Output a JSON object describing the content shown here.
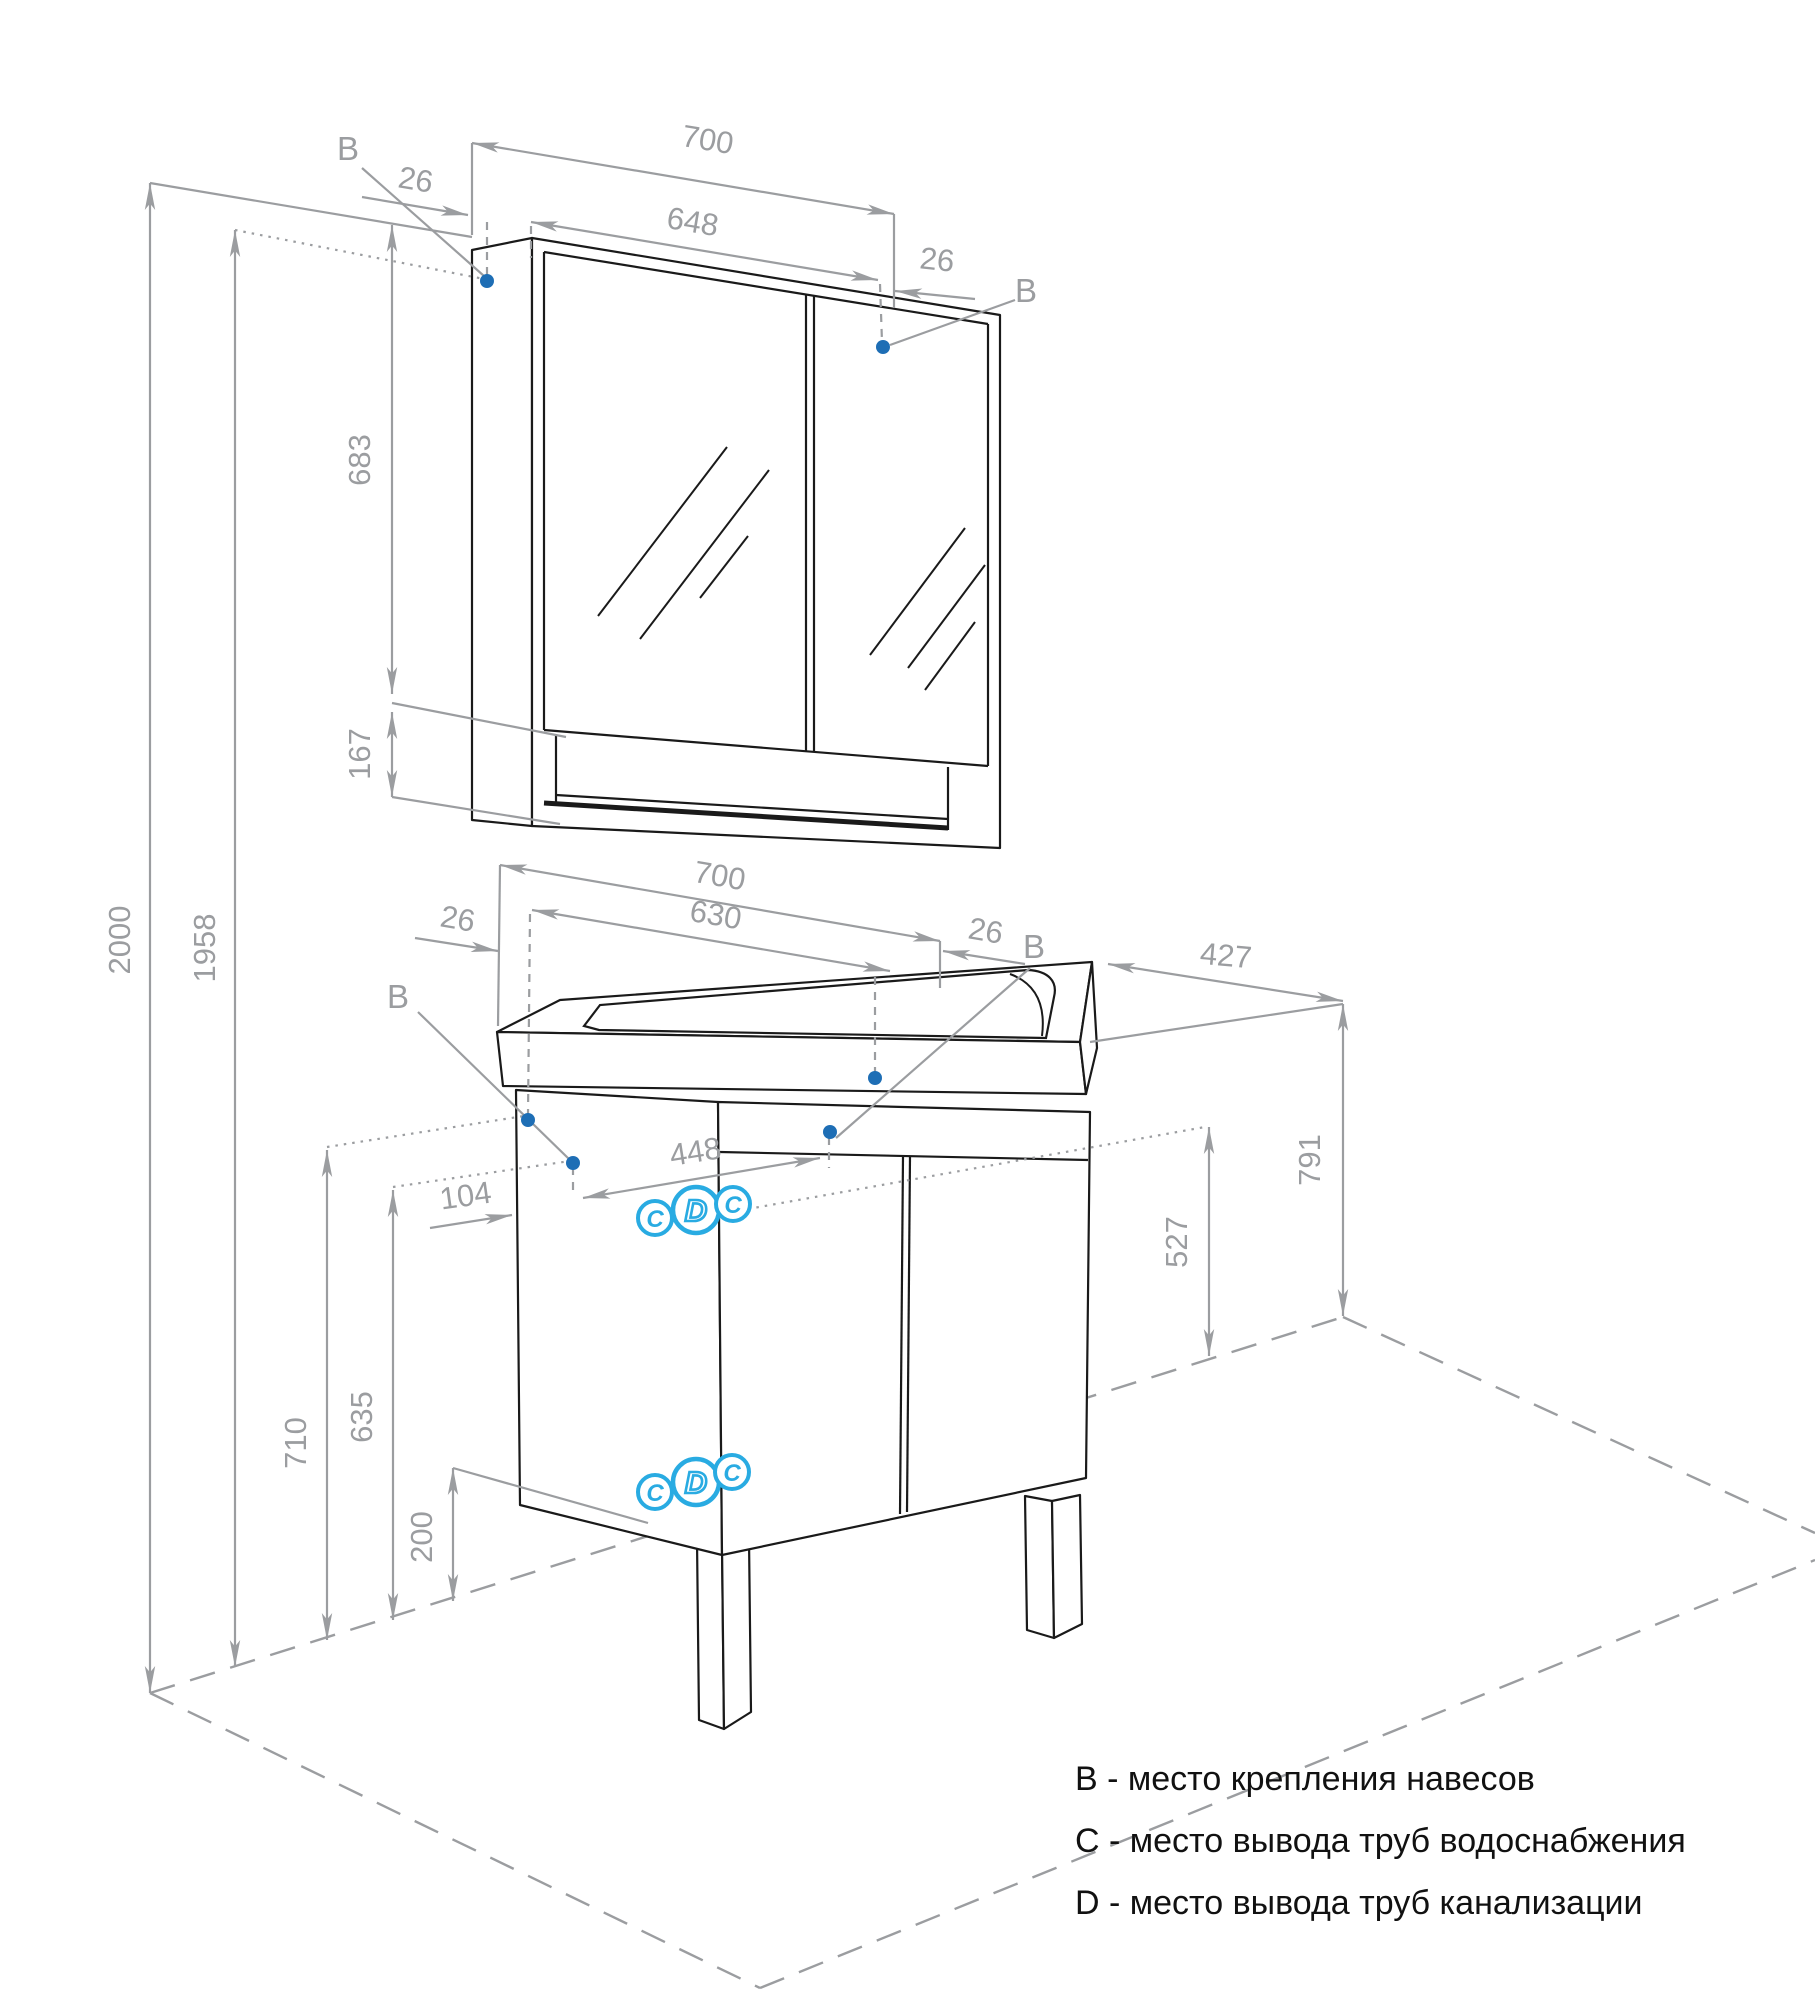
{
  "dims": {
    "wall": {
      "total_height": "2000",
      "mount_height": "1958"
    },
    "mirror": {
      "overall_width": "700",
      "door_width": "648",
      "offset_left": "26",
      "offset_right": "26",
      "mirror_height": "683",
      "shelf_height": "167"
    },
    "vanity": {
      "overall_width": "700",
      "inner_width": "630",
      "offset_left": "26",
      "offset_right": "26",
      "depth": "427",
      "worktop_height": "791",
      "supply_height": "527",
      "mount_span": "448",
      "mount_offset": "104",
      "mount_height_left": "710",
      "mount_height_mid": "635",
      "leg_height": "200"
    }
  },
  "markers": {
    "mount": "B",
    "water": "C",
    "drain": "D"
  },
  "legend": {
    "items": [
      "B - место крепления навесов",
      "C - место вывода труб водоснабжения",
      "D - место вывода труб канализации"
    ]
  },
  "colors": {
    "line": "#1a1a1a",
    "dimension": "#9b9da0",
    "mount_dot": "#1e6eb5",
    "utility": "#29abe2"
  }
}
